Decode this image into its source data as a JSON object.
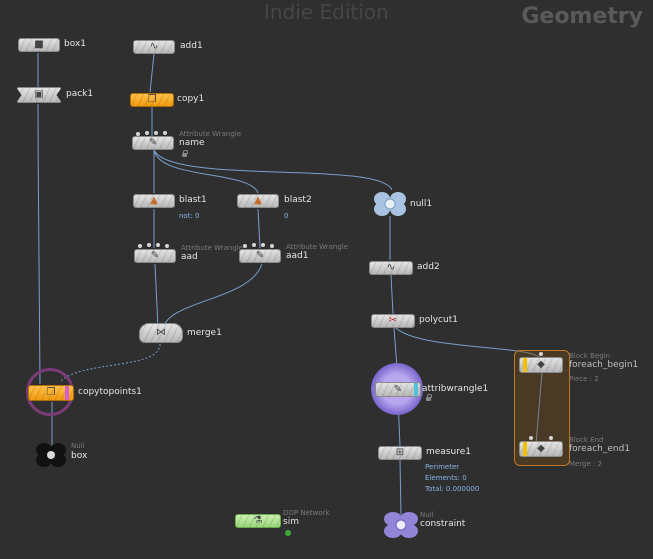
{
  "watermark": "Indie Edition",
  "context_label": "Geometry",
  "colors": {
    "background": "#2f2f2f",
    "wire": "#7a9fcc",
    "node_gray": "#cfcfcf",
    "node_orange": "#f6a619",
    "node_green": "#b5e39b",
    "node_purple": "#7b62c8",
    "foreach_box": "#c07a1f"
  },
  "nodes": {
    "box1": {
      "label": "box1",
      "icon": "box-icon"
    },
    "pack1": {
      "label": "pack1",
      "icon": "pack-icon"
    },
    "add1": {
      "label": "add1",
      "icon": "add-curve-icon"
    },
    "copy1": {
      "label": "copy1",
      "icon": "copy-icon"
    },
    "name": {
      "label": "name",
      "type": "Attribute Wrangle",
      "icon": "wrangle-icon"
    },
    "blast1": {
      "label": "blast1",
      "info": "not: 0",
      "icon": "blast-icon"
    },
    "blast2": {
      "label": "blast2",
      "info": "0",
      "icon": "blast-icon"
    },
    "aad": {
      "label": "aad",
      "type": "Attribute Wrangle",
      "icon": "wrangle-icon"
    },
    "aad1": {
      "label": "aad1",
      "type": "Attribute Wrangle",
      "icon": "wrangle-icon"
    },
    "merge1": {
      "label": "merge1",
      "icon": "merge-icon"
    },
    "copytopoints1": {
      "label": "copytopoints1",
      "icon": "copy-icon"
    },
    "box_null": {
      "label": "box",
      "type": "Null",
      "icon": "null-icon"
    },
    "null1": {
      "label": "null1",
      "icon": "null-icon"
    },
    "add2": {
      "label": "add2",
      "icon": "add-curve-icon"
    },
    "polycut1": {
      "label": "polycut1",
      "icon": "polycut-icon"
    },
    "foreach_begin1": {
      "label": "foreach_begin1",
      "type": "Block Begin",
      "info": "Piece : 2",
      "icon": "block-begin-icon"
    },
    "foreach_end1": {
      "label": "foreach_end1",
      "type": "Block End",
      "info": "Merge : 2",
      "icon": "block-end-icon"
    },
    "attribwrangle1": {
      "label": "attribwrangle1",
      "icon": "wrangle-icon"
    },
    "measure1": {
      "label": "measure1",
      "icon": "measure-icon",
      "info": [
        "Perimeter",
        "Elements: 0",
        "Total: 0.000000"
      ]
    },
    "sim": {
      "label": "sim",
      "type": "DOP Network",
      "icon": "dop-icon"
    },
    "constraint": {
      "label": "constraint",
      "type": "Null",
      "icon": "null-icon"
    }
  }
}
